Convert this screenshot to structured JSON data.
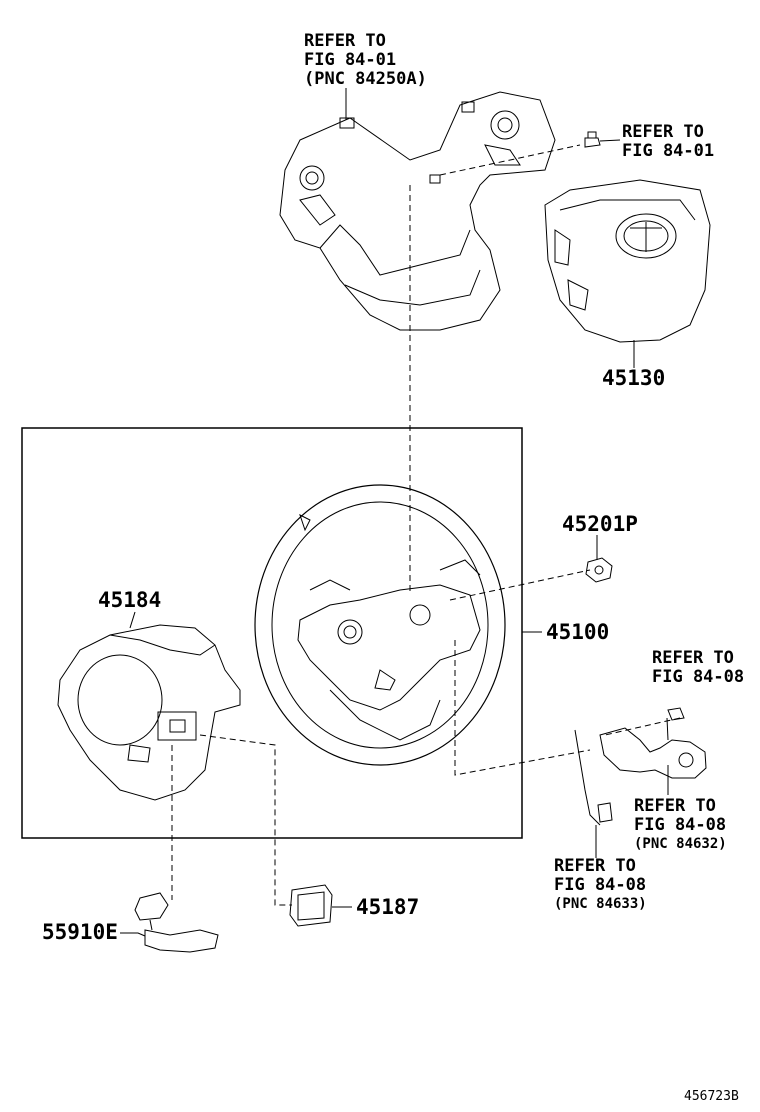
{
  "parts": {
    "p45130": "45130",
    "p45201p": "45201P",
    "p45184": "45184",
    "p45100": "45100",
    "p45187": "45187",
    "p55910e": "55910E"
  },
  "references": {
    "top_switch": [
      "REFER TO",
      "FIG 84-01",
      "(PNC 84250A)"
    ],
    "top_screw": [
      "REFER TO",
      "FIG 84-01"
    ],
    "right_screw": [
      "REFER TO",
      "FIG 84-08"
    ],
    "right_pnc84632": [
      "REFER TO",
      "FIG 84-08",
      "(PNC 84632)"
    ],
    "right_pnc84633": [
      "REFER TO",
      "FIG 84-08",
      "(PNC 84633)"
    ]
  },
  "figure_id": "456723B"
}
